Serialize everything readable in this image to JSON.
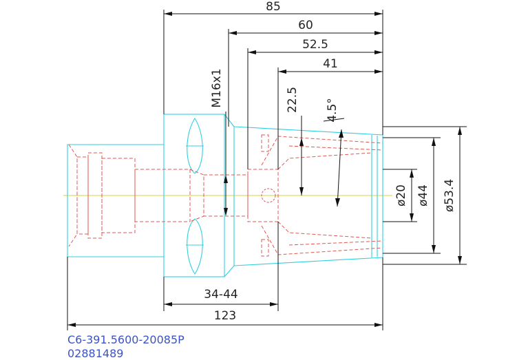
{
  "dimensions": {
    "d85": "85",
    "d60": "60",
    "d52_5": "52.5",
    "d41": "41",
    "thread": "M16x1",
    "d22_5": "22.5",
    "angle": "4.5°",
    "dia20": "ø20",
    "dia44": "ø44",
    "dia53_4": "ø53.4",
    "range34_44": "34-44",
    "d123": "123"
  },
  "caption": {
    "part_number": "C6-391.5600-20085P",
    "code": "02881489"
  },
  "colors": {
    "outline": "#2fd0e0",
    "hidden": "#e0564f",
    "centerline": "#d8d23a",
    "dimension": "#111111",
    "caption": "#3b53c8"
  }
}
